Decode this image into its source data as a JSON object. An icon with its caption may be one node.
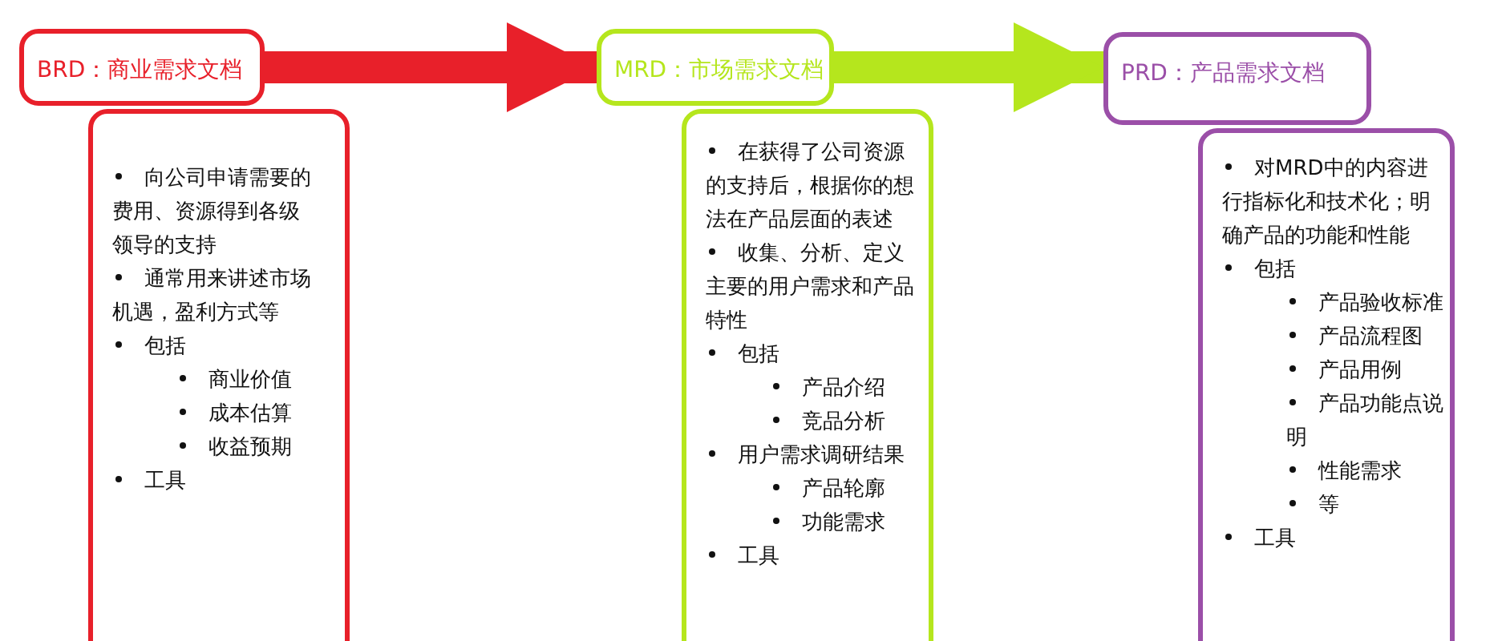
{
  "diagram": {
    "nodes": [
      {
        "text": [
          "BRD：商业需求文档"
        ]
      },
      {
        "text": [
          "向公司申请需要的费用、资源得到各级领导的支持",
          "通常用来讲述市场机遇，盈利方式等",
          "包括",
          "商业价值",
          "成本估算",
          "收益预期",
          "工具"
        ]
      },
      {
        "text": [
          "MRD：市场需求文档"
        ]
      },
      {
        "text": [
          "在获得了公司资源的支持后，根据你的想法在产品层面的表述",
          "收集、分析、定义主要的用户需求和产品特性",
          "包括",
          "产品介绍",
          "竞品分析",
          "用户需求调研结果",
          "产品轮廓",
          "功能需求",
          "工具"
        ]
      },
      {
        "text": [
          "PRD：产品需求文档"
        ]
      },
      {
        "text": [
          "对MRD中的内容进行指标化和技术化；明确产品的功能和性能",
          "包括",
          "产品验收标准",
          "产品流程图",
          "产品用例",
          "产品功能点说明",
          "性能需求",
          "等",
          "工具"
        ]
      }
    ],
    "edges": [
      {
        "from": 0,
        "to": 2,
        "arrow": "to",
        "color": "#e8202a"
      },
      {
        "from": 2,
        "to": 4,
        "arrow": "to",
        "color": "#b5e61d"
      }
    ]
  }
}
